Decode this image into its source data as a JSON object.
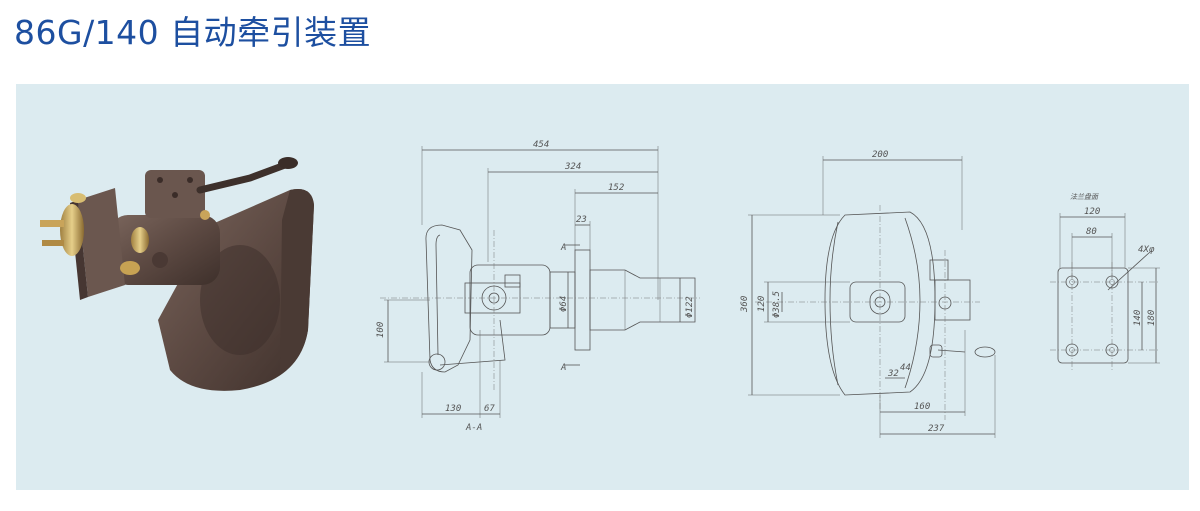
{
  "page": {
    "title": "86G/140 自动牵引装置"
  },
  "drawing_side": {
    "dims": {
      "d454": "454",
      "d324": "324",
      "d152": "152",
      "d23": "23",
      "d100": "100",
      "d130": "130",
      "d67": "67",
      "d464": "Φ64",
      "d122": "Φ122",
      "sectA1": "A",
      "sectA2": "A",
      "sectAA": "A-A"
    }
  },
  "drawing_top": {
    "dims": {
      "d200": "200",
      "d360": "360",
      "d120": "120",
      "d38": "Φ38.5",
      "d160": "160",
      "d237": "237",
      "d32": "32",
      "d44": "44"
    }
  },
  "drawing_flange": {
    "dims": {
      "note": "法兰盘面",
      "d120": "120",
      "d80": "80",
      "d4holes": "4Xφ",
      "d140": "140",
      "d180": "180"
    }
  },
  "colors": {
    "title": "#1d4fa0",
    "panel": "#dcebf0",
    "body_metal": "#5e4b44"
  }
}
